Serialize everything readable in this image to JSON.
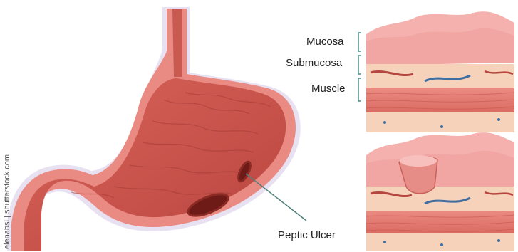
{
  "layer_labels": {
    "mucosa": "Mucosa",
    "submucosa": "Submucosa",
    "muscle": "Muscle"
  },
  "callout_label": "Peptic Ulcer",
  "credit": "elenabsl | shutterstock.com",
  "colors": {
    "stomach_outer": "#e98b83",
    "stomach_inner": "#c9554c",
    "mucosa": "#f2a6a4",
    "submucosa": "#f6d2ba",
    "muscle": "#e37b71",
    "vessel_red": "#b4453f",
    "vessel_blue": "#3f6ea1",
    "bracket": "#4b8f8a",
    "callout_line": "#4f7f7a"
  }
}
